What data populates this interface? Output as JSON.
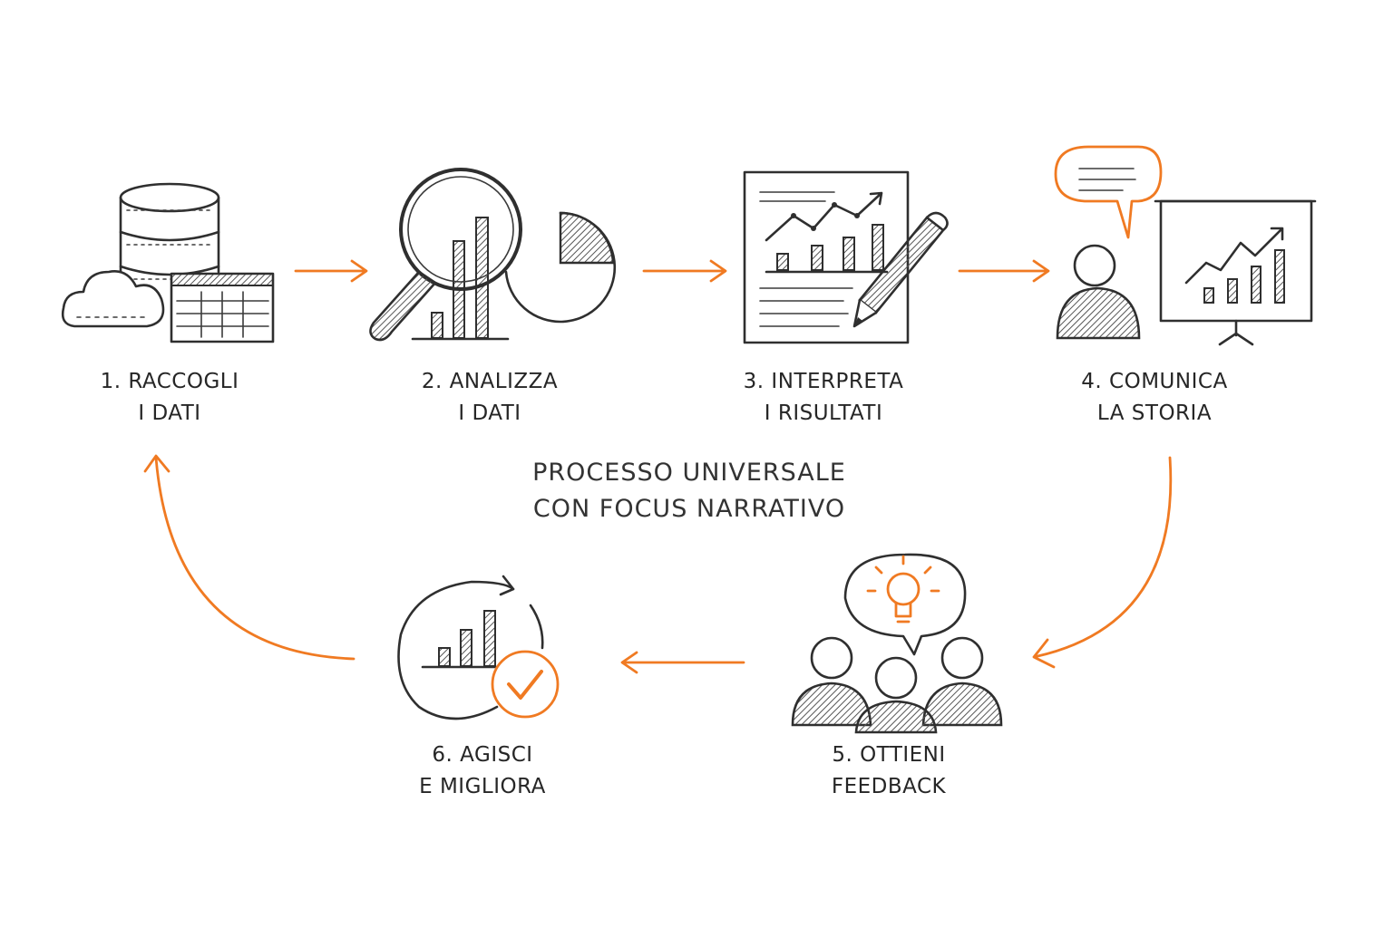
{
  "title": {
    "line1": "PROCESSO UNIVERSALE",
    "line2": "CON FOCUS NARRATIVO"
  },
  "steps": [
    {
      "line1": "1. RACCOGLI",
      "line2": "I DATI",
      "icon": "database-cloud-table-icon"
    },
    {
      "line1": "2. ANALIZZA",
      "line2": "I DATI",
      "icon": "magnifier-chart-icon"
    },
    {
      "line1": "3. INTERPRETA",
      "line2": "I RISULTATI",
      "icon": "report-pencil-icon"
    },
    {
      "line1": "4. COMUNICA",
      "line2": "LA STORIA",
      "icon": "presenter-board-icon"
    },
    {
      "line1": "5. OTTIENI",
      "line2": "FEEDBACK",
      "icon": "audience-lightbulb-icon"
    },
    {
      "line1": "6. AGISCI",
      "line2": "E MIGLIORA",
      "icon": "cycle-check-icon"
    }
  ],
  "colors": {
    "accent": "#f07a22",
    "ink": "#2f2f2f"
  }
}
